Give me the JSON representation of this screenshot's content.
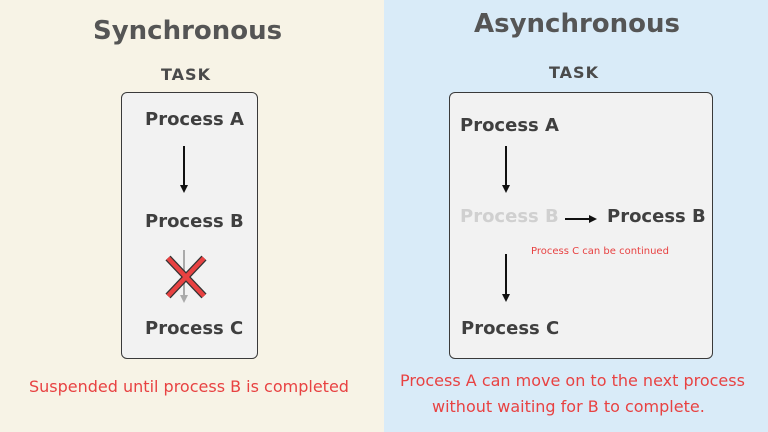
{
  "sync": {
    "title": "Synchronous",
    "task_label": "TASK",
    "process_a": "Process A",
    "process_b": "Process B",
    "process_c": "Process C",
    "note": "Suspended until process B is completed"
  },
  "async": {
    "title": "Asynchronous",
    "task_label": "TASK",
    "process_a": "Process A",
    "process_b_faded": "Process B",
    "process_b": "Process B",
    "continued_note": "Process C can be continued",
    "process_c": "Process C",
    "note_line1": "Process A can move on to the next process",
    "note_line2": "without waiting for B to complete."
  },
  "colors": {
    "left_bg": "#f7f3e6",
    "right_bg": "#d9ebf8",
    "accent_red": "#e84242",
    "text_dark": "#3f3f3f"
  }
}
